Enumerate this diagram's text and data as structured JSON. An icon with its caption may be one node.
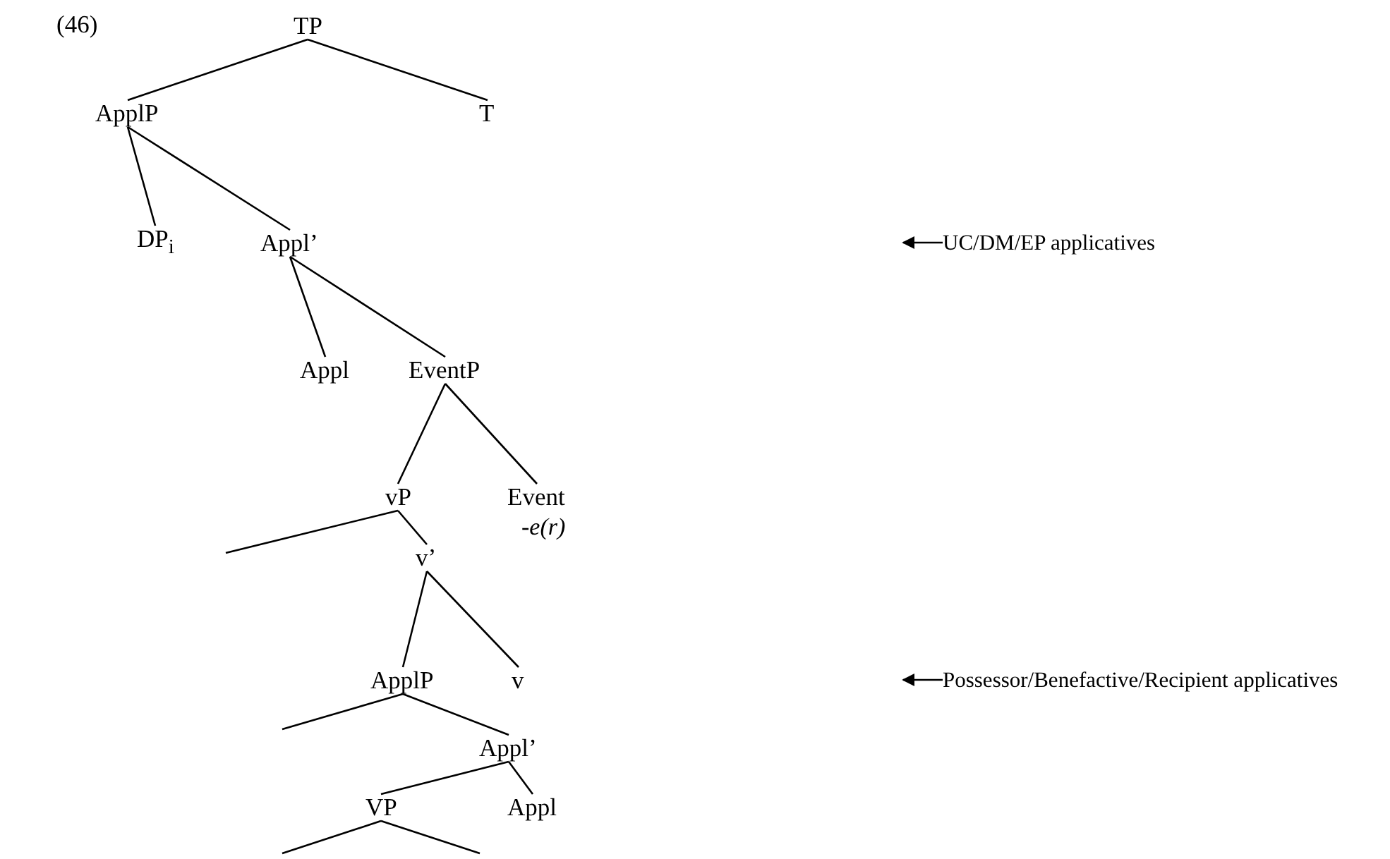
{
  "diagram": {
    "nodes": [
      {
        "text": [
          "TP"
        ]
      },
      {
        "text": [
          "ApplP"
        ]
      },
      {
        "text": [
          "T"
        ]
      },
      {
        "text": [
          "DP$_{i}$"
        ]
      },
      {
        "text": [
          "Appl’"
        ]
      },
      {
        "text": [
          "Appl"
        ]
      },
      {
        "text": [
          "EventP"
        ]
      },
      {
        "text": [
          "vP"
        ]
      },
      {
        "text": [
          "Event"
        ],
        "beside": [
          "-e(r)"
        ]
      },
      {
        "text": [
          "v’"
        ]
      },
      {
        "text": [
          "ApplP"
        ]
      },
      {
        "text": [
          "v"
        ]
      },
      {
        "text": [
          "Appl’"
        ]
      },
      {
        "text": [
          "VP"
        ]
      },
      {
        "text": [
          "Appl"
        ]
      },
      {
        "text": [
          "UC/DM/EP applicatives"
        ]
      },
      {
        "text": [
          "Possessor/Benefactive/Recipient applicatives"
        ]
      }
    ],
    "edges": [
      {
        "from": 0,
        "to": 1,
        "arrow": "none"
      },
      {
        "from": 0,
        "to": 2,
        "arrow": "none"
      },
      {
        "from": 1,
        "to": 3,
        "arrow": "none"
      },
      {
        "from": 1,
        "to": 4,
        "arrow": "none"
      },
      {
        "from": 4,
        "to": 5,
        "arrow": "none"
      },
      {
        "from": 4,
        "to": 6,
        "arrow": "none"
      },
      {
        "from": 6,
        "to": 7,
        "arrow": "none"
      },
      {
        "from": 6,
        "to": 8,
        "arrow": "none"
      },
      {
        "from": 7,
        "to": null,
        "arrow": "none"
      },
      {
        "from": 7,
        "to": 9,
        "arrow": "none"
      },
      {
        "from": 9,
        "to": 10,
        "arrow": "none"
      },
      {
        "from": 9,
        "to": 11,
        "arrow": "none"
      },
      {
        "from": 10,
        "to": null,
        "arrow": "none"
      },
      {
        "from": 10,
        "to": 12,
        "arrow": "none"
      },
      {
        "from": 12,
        "to": 13,
        "arrow": "none"
      },
      {
        "from": 12,
        "to": 14,
        "arrow": "none"
      },
      {
        "from": 13,
        "to": null,
        "arrow": "none"
      },
      {
        "from": 13,
        "to": null,
        "arrow": "none"
      },
      {
        "from": 15,
        "to": null,
        "arrow": "to"
      },
      {
        "from": 16,
        "to": null,
        "arrow": "to"
      }
    ],
    "labels": [
      "(46)"
    ]
  }
}
